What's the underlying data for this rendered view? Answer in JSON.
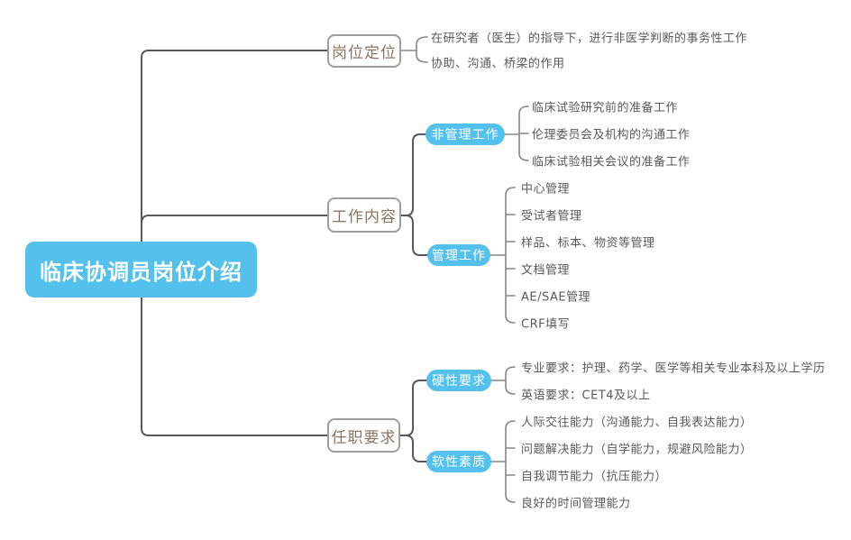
{
  "colors": {
    "accent": "#54c1ec",
    "line_dark": "#58585a",
    "line_light": "#868686",
    "leaf_text": "#595959",
    "branch_text": "#8a7465",
    "branch_border": "#9e9e9e"
  },
  "root": {
    "label": "临床协调员岗位介绍"
  },
  "branches": [
    {
      "label": "岗位定位",
      "leaves": [
        "在研究者（医生）的指导下，进行非医学判断的事务性工作",
        "协助、沟通、桥梁的作用"
      ]
    },
    {
      "label": "工作内容",
      "groups": [
        {
          "label": "非管理工作",
          "leaves": [
            "临床试验研究前的准备工作",
            "伦理委员会及机构的沟通工作",
            "临床试验相关会议的准备工作"
          ]
        },
        {
          "label": "管理工作",
          "leaves": [
            "中心管理",
            "受试者管理",
            "样品、标本、物资等管理",
            "文档管理",
            "AE/SAE管理",
            "CRF填写"
          ]
        }
      ]
    },
    {
      "label": "任职要求",
      "groups": [
        {
          "label": "硬性要求",
          "leaves": [
            "专业要求：护理、药学、医学等相关专业本科及以上学历",
            "英语要求：CET4及以上"
          ]
        },
        {
          "label": "软性素质",
          "leaves": [
            "人际交往能力（沟通能力、自我表达能力）",
            "问题解决能力（自学能力，规避风险能力）",
            "自我调节能力（抗压能力）",
            "良好的时间管理能力"
          ]
        }
      ]
    }
  ]
}
